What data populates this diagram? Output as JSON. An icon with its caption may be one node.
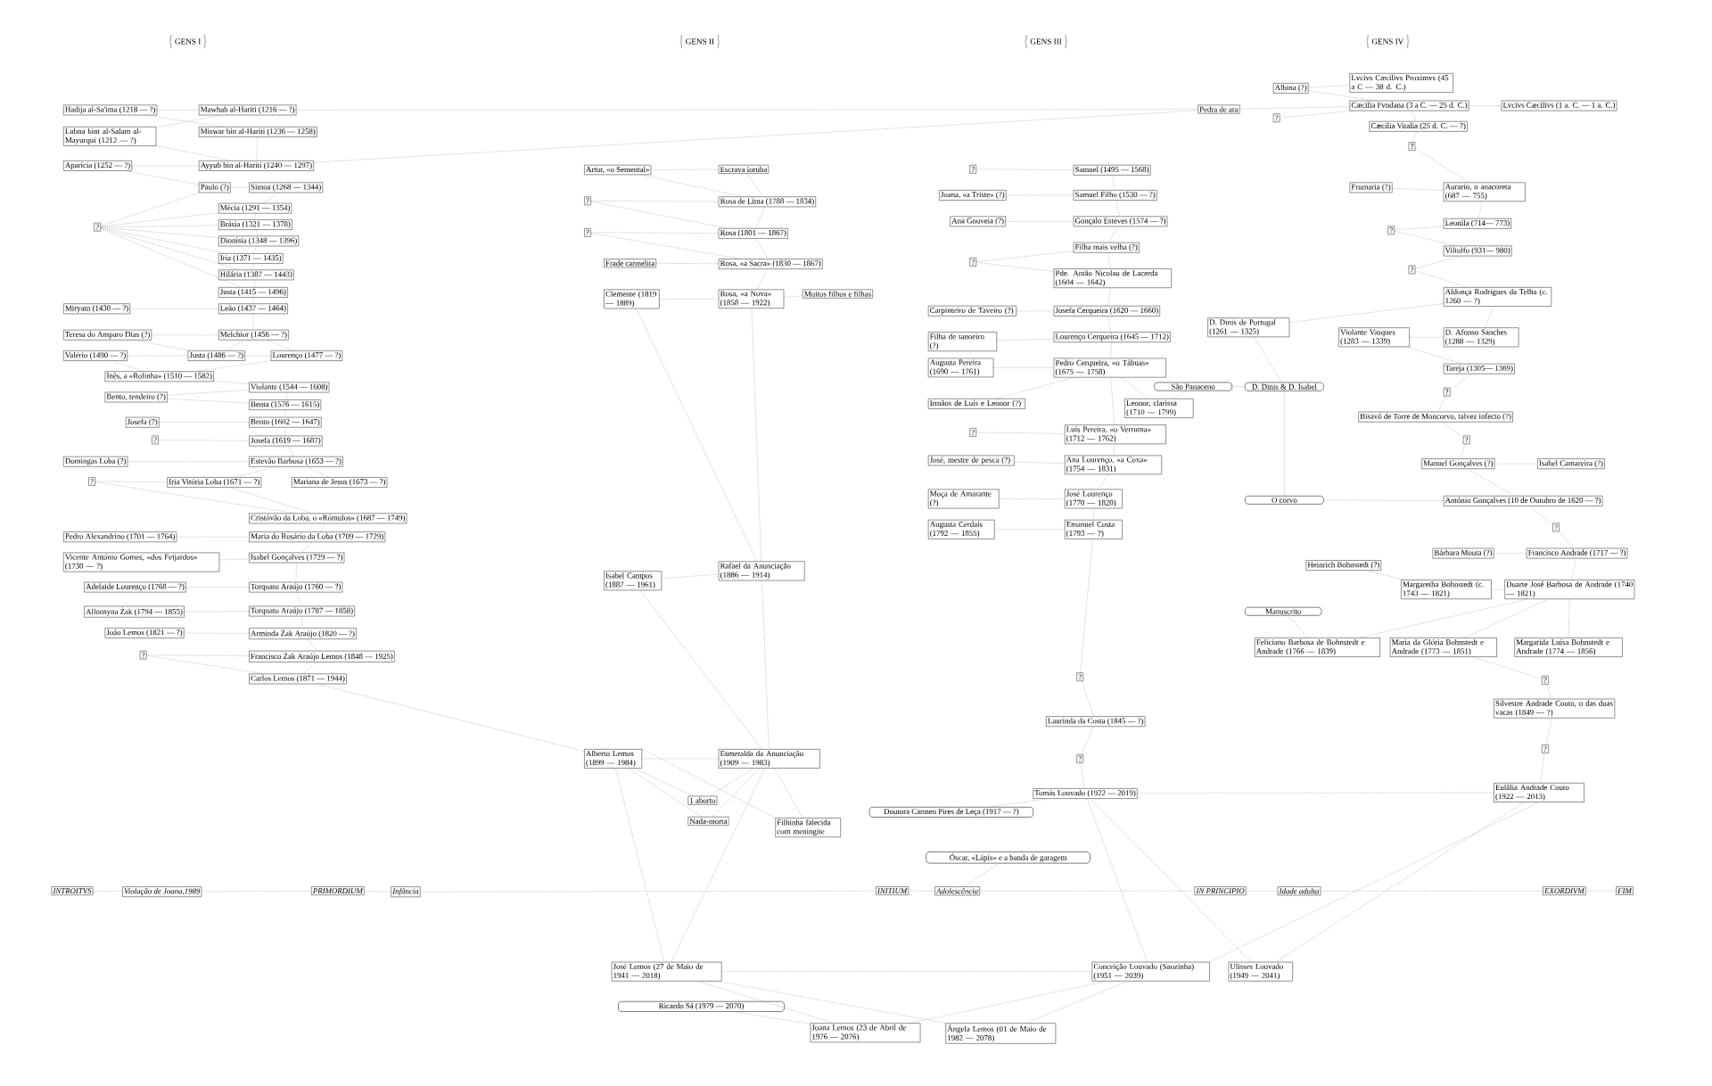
{
  "diagram": {
    "labels": [
      "GENS I",
      "GENS II",
      "GENS III",
      "GENS IV"
    ],
    "nodes": [
      {
        "text": [
          "Hadija al-Sa'ima (1218 — ?)"
        ]
      },
      {
        "text": [
          "Mawhab al-Hariti (1216 — ?)"
        ]
      },
      {
        "text": [
          "Lubna bint al-Salam al-Mayurqui (1212 — ?)"
        ]
      },
      {
        "text": [
          "Miswar bin al-Hariti (1236 — 1258)"
        ]
      },
      {
        "text": [
          "Aparicia (1252 — ?)"
        ]
      },
      {
        "text": [
          "Ayyub bin al-Hariti (1240 — 1297)"
        ]
      },
      {
        "text": [
          "Paulo (?)"
        ]
      },
      {
        "text": [
          "Simoa (1268 — 1344)"
        ]
      },
      {
        "text": [
          "?"
        ]
      },
      {
        "text": [
          "Mécia (1291 — 1354)"
        ]
      },
      {
        "text": [
          "Brásia (1321 — 1378)"
        ]
      },
      {
        "text": [
          "Dionísia (1348 — 1396)"
        ]
      },
      {
        "text": [
          "Iria (1371 — 1435)"
        ]
      },
      {
        "text": [
          "Hilária (1387 — 1443)"
        ]
      },
      {
        "text": [
          "Justa (1415 — 1496)"
        ]
      },
      {
        "text": [
          "Miryam (1430 — ?)"
        ]
      },
      {
        "text": [
          "Leão (1437 — 1464)"
        ]
      },
      {
        "text": [
          "Teresa do Amparo Dias (?)"
        ]
      },
      {
        "text": [
          "Melchior (1456 — ?)"
        ]
      },
      {
        "text": [
          "Valério (1490 — ?)"
        ]
      },
      {
        "text": [
          "Justa (1486 — ?)"
        ]
      },
      {
        "text": [
          "Lourenço (1477 — ?)"
        ]
      },
      {
        "text": [
          "Inês, a «Rolinha» (1510 — 1582)"
        ]
      },
      {
        "text": [
          "Violante (1544 — 1608)"
        ]
      },
      {
        "text": [
          "Bento, tendeiro (?)"
        ]
      },
      {
        "text": [
          "Benta (1576 — 1615)"
        ]
      },
      {
        "text": [
          "Josefa (?)"
        ]
      },
      {
        "text": [
          "Bento (1602 — 1647)"
        ]
      },
      {
        "text": [
          "?"
        ]
      },
      {
        "text": [
          "Josefa (1619 — 1687)"
        ]
      },
      {
        "text": [
          "Domingas Loba (?)"
        ]
      },
      {
        "text": [
          "Estevão Barbosa (1653 — ?)"
        ]
      },
      {
        "text": [
          "?"
        ]
      },
      {
        "text": [
          "Iria Vitória Loba (1671 — ?)"
        ]
      },
      {
        "text": [
          "Mariana de Jesus (1673 — ?)"
        ]
      },
      {
        "text": [
          "Cristóvão da Loba, o «Rómulos» (1687 — 1749)"
        ]
      },
      {
        "text": [
          "Pedro Alexandrino (1701 — 1764)"
        ]
      },
      {
        "text": [
          "Maria do Rosário da Loba (1709 — 1729)"
        ]
      },
      {
        "text": [
          "Vicente António Gomes, «dos Feijardos» (1730 — ?)"
        ]
      },
      {
        "text": [
          "Isabel Gonçalves (1729 — ?)"
        ]
      },
      {
        "text": [
          "Adelaide Lourenço (1768 — ?)"
        ]
      },
      {
        "text": [
          "Torquato Araújo (1760 — ?)"
        ]
      },
      {
        "text": [
          "Allonsyna Żak (1794 — 1855)"
        ]
      },
      {
        "text": [
          "Torquato Araújo (1787 — 1858)"
        ]
      },
      {
        "text": [
          "João Lemos (1821 — ?)"
        ]
      },
      {
        "text": [
          "Arminda Żak Araújo (1820 — ?)"
        ]
      },
      {
        "text": [
          "?"
        ]
      },
      {
        "text": [
          "Francisco Żak Araújo Lemos (1848 — 1925)"
        ]
      },
      {
        "text": [
          "Carlos Lemos (1871 — 1944)"
        ]
      },
      {
        "text": [
          "Artur, «o Semental»"
        ]
      },
      {
        "text": [
          "Escrava ioruba"
        ]
      },
      {
        "text": [
          "?"
        ]
      },
      {
        "text": [
          "Rosa de Lima (1788 — 1834)"
        ]
      },
      {
        "text": [
          "?"
        ]
      },
      {
        "text": [
          "Rosa (1801 — 1867)"
        ]
      },
      {
        "text": [
          "Frade carmelita"
        ]
      },
      {
        "text": [
          "Rosa, «a Sacra» (1830 — 1867)"
        ]
      },
      {
        "text": [
          "Clemente (1819 — 1889)"
        ]
      },
      {
        "text": [
          "Rosa, «a Nova» (1858 — 1922)"
        ]
      },
      {
        "text": [
          "Muitos filhos e filhas"
        ]
      },
      {
        "text": [
          "Isabel Campos (1887 — 1961)"
        ]
      },
      {
        "text": [
          "Rafael da Anunciação (1886 — 1914)"
        ]
      },
      {
        "text": [
          "Alberto Lemos (1899 — 1984)"
        ]
      },
      {
        "text": [
          "Esmeralda da Anunciação (1909 — 1983)"
        ]
      },
      {
        "text": [
          "1 aborto"
        ]
      },
      {
        "text": [
          "Nada-morta"
        ]
      },
      {
        "text": [
          "Filhinha falecida com meningite"
        ]
      },
      {
        "text": [
          "?"
        ]
      },
      {
        "text": [
          "Samuel (1495 — 1568)"
        ]
      },
      {
        "text": [
          "Joana, «a Triste» (?)"
        ]
      },
      {
        "text": [
          "Samuel Filho (1530 — ?)"
        ]
      },
      {
        "text": [
          "Ana Gouveia (?)"
        ]
      },
      {
        "text": [
          "Gonçalo Esteves (1574 — ?)"
        ]
      },
      {
        "text": [
          "Filha mais velha (?)"
        ]
      },
      {
        "text": [
          "?"
        ]
      },
      {
        "text": [
          "Pde. Antão Nicolau de Lacerda (1604 — 1642)"
        ]
      },
      {
        "text": [
          "Carpinteiro de Taveiro (?)"
        ]
      },
      {
        "text": [
          "Josefa Cerqueira (1620 — 1660)"
        ]
      },
      {
        "text": [
          "Filha de tanoeiro (?)"
        ]
      },
      {
        "text": [
          "Lourenço Cerqueira (1645 — 1712)"
        ]
      },
      {
        "text": [
          "Augusta Pereira (1690 — 1761)"
        ]
      },
      {
        "text": [
          "Pedro Cerqueira, «o Tábuas» (1675 — 1758)"
        ]
      },
      {
        "text": [
          "Irmãos de Luís e Leonor (?)"
        ]
      },
      {
        "text": [
          "Leonor, clarissa (1710 — 1799)"
        ]
      },
      {
        "text": [
          "?"
        ]
      },
      {
        "text": [
          "Luís Pereira, «o Verruma» (1712 — 1762)"
        ]
      },
      {
        "text": [
          "José, mestre de pesca (?)"
        ]
      },
      {
        "text": [
          "Ana Lourenço, «a Coxa» (1754 — 1831)"
        ]
      },
      {
        "text": [
          "Moça de Amarante (?)"
        ]
      },
      {
        "text": [
          "José Lourenço (1770 — 1820)"
        ]
      },
      {
        "text": [
          "Augusta Cerdais (1792 — 1855)"
        ]
      },
      {
        "text": [
          "Emanuel Costa (1793 — ?)"
        ]
      },
      {
        "text": [
          "?"
        ]
      },
      {
        "text": [
          "Laurinda da Costa (1845 — ?)"
        ]
      },
      {
        "text": [
          "?"
        ]
      },
      {
        "text": [
          "Tomás Louvado (1922 — 2019)"
        ]
      },
      {
        "text": [
          "Doutora Carmen Pires de Leça (1917 — ?)"
        ]
      },
      {
        "text": [
          "Óscar, «Lápis» e a banda de garagem"
        ]
      },
      {
        "text": [
          "São Panaceno"
        ]
      },
      {
        "text": [
          "Pedra de ara"
        ]
      },
      {
        "text": [
          "Albina (?)"
        ]
      },
      {
        "text": [
          "Lvcivs Cæcilivs Proximvs (45 a C — 38 d. C.)"
        ]
      },
      {
        "text": [
          "Cæcilia Fvndana (3 a C. — 25 d. C.)"
        ]
      },
      {
        "text": [
          "Lvcivs Cæcilivs (1 a. C. — 1 a. C.)"
        ]
      },
      {
        "text": [
          "?"
        ]
      },
      {
        "text": [
          "Cæcilia Vitalia (25 d. C. — ?)"
        ]
      },
      {
        "text": [
          "?"
        ]
      },
      {
        "text": [
          "Frumaria (?)"
        ]
      },
      {
        "text": [
          "Aurario, o anacoreta (687 — 755)"
        ]
      },
      {
        "text": [
          "Leonila (714— 773)"
        ]
      },
      {
        "text": [
          "?"
        ]
      },
      {
        "text": [
          "Viliulfo (931— 980)"
        ]
      },
      {
        "text": [
          "?"
        ]
      },
      {
        "text": [
          "Aldonça Rodrigues da Telha (c. 1260 — ?)"
        ]
      },
      {
        "text": [
          "D. Dinis de Portugal (1261 — 1325)"
        ]
      },
      {
        "text": [
          "Violante Vasques (1283 — 1339)"
        ]
      },
      {
        "text": [
          "D. Afonso Sanches (1288 — 1329)"
        ]
      },
      {
        "text": [
          "Tareja (1305— 1369)"
        ]
      },
      {
        "text": [
          "?"
        ]
      },
      {
        "text": [
          "Bisavó de Torre de Moncorvo, talvez infecto (?)"
        ]
      },
      {
        "text": [
          "?"
        ]
      },
      {
        "text": [
          "Manuel Gonçalves (?)"
        ]
      },
      {
        "text": [
          "Isabel Camareira (?)"
        ]
      },
      {
        "text": [
          "D. Dinis & D. Isabel"
        ]
      },
      {
        "text": [
          "O corvo"
        ]
      },
      {
        "text": [
          "António Gonçalves (10 de Outubro de 1620 — ?)"
        ]
      },
      {
        "text": [
          "?"
        ]
      },
      {
        "text": [
          "Bárbara Mouta (?)"
        ]
      },
      {
        "text": [
          "Francisco Andrade (1717 — ?)"
        ]
      },
      {
        "text": [
          "Heinrich Bohnstedt (?)"
        ]
      },
      {
        "text": [
          "Margaretha Bohnstedt (c. 1743 — 1821)"
        ]
      },
      {
        "text": [
          "Duarte José Barbosa de Andrade (1740 — 1821)"
        ]
      },
      {
        "text": [
          "Manuscrito"
        ]
      },
      {
        "text": [
          "Feliciano Barbosa de Bohnstedt e Andrade (1766 — 1839)"
        ]
      },
      {
        "text": [
          "Maria da Glória Bohnstedt e Andrade (1773 — 1851)"
        ]
      },
      {
        "text": [
          "Margarida Luísa Bohnstedt e Andrade (1774 — 1856)"
        ]
      },
      {
        "text": [
          "?"
        ]
      },
      {
        "text": [
          "Silvestre Andrade Couto, o das duas vacas (1849 — ?)"
        ]
      },
      {
        "text": [
          "?"
        ]
      },
      {
        "text": [
          "Eulália Andrade Couto (1922 — 2013)"
        ]
      },
      {
        "text": [
          "INTROITVS"
        ]
      },
      {
        "text": [
          "Violação de Joana,1989"
        ]
      },
      {
        "text": [
          "PRIMORDIUM"
        ]
      },
      {
        "text": [
          "Infância"
        ]
      },
      {
        "text": [
          "INITIUM"
        ]
      },
      {
        "text": [
          "Adolescência"
        ]
      },
      {
        "text": [
          "IN PRINCIPIO"
        ]
      },
      {
        "text": [
          "Idade adulta"
        ]
      },
      {
        "text": [
          "EXORDIVM"
        ]
      },
      {
        "text": [
          "FIM"
        ]
      },
      {
        "text": [
          "José Lemos (27 de Maio de 1941 — 2018)"
        ]
      },
      {
        "text": [
          "Conceição Louvado (Saozinha) (1951 — 2039)"
        ]
      },
      {
        "text": [
          "Ulisses Louvado (1949 — 2041)"
        ]
      },
      {
        "text": [
          "Ricardo Sá (1979 — 2070)"
        ]
      },
      {
        "text": [
          "Joana Lemos (23 de Abril de 1976 — 2076)"
        ]
      },
      {
        "text": [
          "Ângela Lemos (01 de Maio de 1982 — 2078)"
        ]
      }
    ],
    "edges": [
      {
        "from": 0,
        "to": 1,
        "arrow": "none"
      },
      {
        "from": 0,
        "to": 3,
        "arrow": "none"
      },
      {
        "from": 2,
        "to": 1,
        "arrow": "none"
      },
      {
        "from": 2,
        "to": 5,
        "arrow": "none"
      },
      {
        "from": 3,
        "to": 5,
        "arrow": "none"
      },
      {
        "from": 4,
        "to": 5,
        "arrow": "none"
      },
      {
        "from": 4,
        "to": 6,
        "arrow": "none"
      },
      {
        "from": 1,
        "to": 99,
        "arrow": "none"
      },
      {
        "from": 5,
        "to": 99,
        "arrow": "none"
      },
      {
        "from": 6,
        "to": 7,
        "arrow": "none"
      },
      {
        "from": 8,
        "to": 6,
        "arrow": "none"
      },
      {
        "from": 7,
        "to": 9,
        "arrow": "none"
      },
      {
        "from": 8,
        "to": 9,
        "arrow": "none"
      },
      {
        "from": 8,
        "to": 10,
        "arrow": "none"
      },
      {
        "from": 8,
        "to": 11,
        "arrow": "none"
      },
      {
        "from": 8,
        "to": 12,
        "arrow": "none"
      },
      {
        "from": 8,
        "to": 13,
        "arrow": "none"
      },
      {
        "from": 8,
        "to": 14,
        "arrow": "none"
      },
      {
        "from": 9,
        "to": 10,
        "arrow": "none"
      },
      {
        "from": 10,
        "to": 11,
        "arrow": "none"
      },
      {
        "from": 11,
        "to": 12,
        "arrow": "none"
      },
      {
        "from": 12,
        "to": 13,
        "arrow": "none"
      },
      {
        "from": 13,
        "to": 14,
        "arrow": "none"
      },
      {
        "from": 14,
        "to": 16,
        "arrow": "none"
      },
      {
        "from": 15,
        "to": 16,
        "arrow": "none"
      },
      {
        "from": 16,
        "to": 18,
        "arrow": "none"
      },
      {
        "from": 17,
        "to": 18,
        "arrow": "none"
      },
      {
        "from": 17,
        "to": 20,
        "arrow": "none"
      },
      {
        "from": 18,
        "to": 20,
        "arrow": "none"
      },
      {
        "from": 18,
        "to": 21,
        "arrow": "none"
      },
      {
        "from": 19,
        "to": 20,
        "arrow": "none"
      },
      {
        "from": 19,
        "to": 22,
        "arrow": "none"
      },
      {
        "from": 20,
        "to": 21,
        "arrow": "none"
      },
      {
        "from": 21,
        "to": 22,
        "arrow": "none"
      },
      {
        "from": 22,
        "to": 23,
        "arrow": "none"
      },
      {
        "from": 24,
        "to": 23,
        "arrow": "none"
      },
      {
        "from": 24,
        "to": 25,
        "arrow": "none"
      },
      {
        "from": 23,
        "to": 25,
        "arrow": "none"
      },
      {
        "from": 25,
        "to": 27,
        "arrow": "none"
      },
      {
        "from": 26,
        "to": 27,
        "arrow": "none"
      },
      {
        "from": 27,
        "to": 29,
        "arrow": "none"
      },
      {
        "from": 28,
        "to": 29,
        "arrow": "none"
      },
      {
        "from": 29,
        "to": 31,
        "arrow": "none"
      },
      {
        "from": 30,
        "to": 31,
        "arrow": "none"
      },
      {
        "from": 31,
        "to": 33,
        "arrow": "none"
      },
      {
        "from": 31,
        "to": 34,
        "arrow": "none"
      },
      {
        "from": 32,
        "to": 33,
        "arrow": "none"
      },
      {
        "from": 32,
        "to": 35,
        "arrow": "none"
      },
      {
        "from": 33,
        "to": 35,
        "arrow": "none"
      },
      {
        "from": 35,
        "to": 37,
        "arrow": "none"
      },
      {
        "from": 36,
        "to": 37,
        "arrow": "none"
      },
      {
        "from": 37,
        "to": 39,
        "arrow": "none"
      },
      {
        "from": 38,
        "to": 39,
        "arrow": "none"
      },
      {
        "from": 39,
        "to": 41,
        "arrow": "none"
      },
      {
        "from": 40,
        "to": 41,
        "arrow": "none"
      },
      {
        "from": 41,
        "to": 43,
        "arrow": "none"
      },
      {
        "from": 42,
        "to": 43,
        "arrow": "none"
      },
      {
        "from": 43,
        "to": 45,
        "arrow": "none"
      },
      {
        "from": 44,
        "to": 45,
        "arrow": "none"
      },
      {
        "from": 45,
        "to": 47,
        "arrow": "none"
      },
      {
        "from": 46,
        "to": 47,
        "arrow": "none"
      },
      {
        "from": 46,
        "to": 48,
        "arrow": "none"
      },
      {
        "from": 47,
        "to": 48,
        "arrow": "none"
      },
      {
        "from": 48,
        "to": 62,
        "arrow": "none"
      },
      {
        "from": 49,
        "to": 50,
        "arrow": "none"
      },
      {
        "from": 49,
        "to": 52,
        "arrow": "none"
      },
      {
        "from": 51,
        "to": 52,
        "arrow": "none"
      },
      {
        "from": 51,
        "to": 54,
        "arrow": "none"
      },
      {
        "from": 53,
        "to": 54,
        "arrow": "none"
      },
      {
        "from": 53,
        "to": 56,
        "arrow": "none"
      },
      {
        "from": 55,
        "to": 56,
        "arrow": "none"
      },
      {
        "from": 50,
        "to": 52,
        "arrow": "none"
      },
      {
        "from": 52,
        "to": 54,
        "arrow": "none"
      },
      {
        "from": 54,
        "to": 56,
        "arrow": "none"
      },
      {
        "from": 56,
        "to": 58,
        "arrow": "none"
      },
      {
        "from": 57,
        "to": 58,
        "arrow": "none"
      },
      {
        "from": 58,
        "to": 59,
        "arrow": "none"
      },
      {
        "from": 57,
        "to": 61,
        "arrow": "none"
      },
      {
        "from": 58,
        "to": 61,
        "arrow": "none"
      },
      {
        "from": 60,
        "to": 61,
        "arrow": "none"
      },
      {
        "from": 60,
        "to": 63,
        "arrow": "none"
      },
      {
        "from": 61,
        "to": 63,
        "arrow": "none"
      },
      {
        "from": 62,
        "to": 63,
        "arrow": "none"
      },
      {
        "from": 62,
        "to": 64,
        "arrow": "none"
      },
      {
        "from": 62,
        "to": 65,
        "arrow": "none"
      },
      {
        "from": 62,
        "to": 66,
        "arrow": "none"
      },
      {
        "from": 63,
        "to": 64,
        "arrow": "none"
      },
      {
        "from": 63,
        "to": 65,
        "arrow": "none"
      },
      {
        "from": 63,
        "to": 66,
        "arrow": "none"
      },
      {
        "from": 62,
        "to": 150,
        "arrow": "none"
      },
      {
        "from": 63,
        "to": 150,
        "arrow": "none"
      },
      {
        "from": 67,
        "to": 68,
        "arrow": "none"
      },
      {
        "from": 68,
        "to": 70,
        "arrow": "none"
      },
      {
        "from": 69,
        "to": 70,
        "arrow": "none"
      },
      {
        "from": 70,
        "to": 72,
        "arrow": "none"
      },
      {
        "from": 71,
        "to": 72,
        "arrow": "none"
      },
      {
        "from": 72,
        "to": 73,
        "arrow": "none"
      },
      {
        "from": 74,
        "to": 73,
        "arrow": "none"
      },
      {
        "from": 74,
        "to": 75,
        "arrow": "none"
      },
      {
        "from": 73,
        "to": 75,
        "arrow": "none"
      },
      {
        "from": 75,
        "to": 77,
        "arrow": "none"
      },
      {
        "from": 76,
        "to": 77,
        "arrow": "none"
      },
      {
        "from": 77,
        "to": 79,
        "arrow": "none"
      },
      {
        "from": 78,
        "to": 79,
        "arrow": "none"
      },
      {
        "from": 79,
        "to": 81,
        "arrow": "none"
      },
      {
        "from": 80,
        "to": 81,
        "arrow": "none"
      },
      {
        "from": 81,
        "to": 82,
        "arrow": "none"
      },
      {
        "from": 81,
        "to": 83,
        "arrow": "none"
      },
      {
        "from": 81,
        "to": 85,
        "arrow": "none"
      },
      {
        "from": 83,
        "to": 98,
        "arrow": "none"
      },
      {
        "from": 84,
        "to": 85,
        "arrow": "none"
      },
      {
        "from": 85,
        "to": 87,
        "arrow": "none"
      },
      {
        "from": 86,
        "to": 87,
        "arrow": "none"
      },
      {
        "from": 87,
        "to": 89,
        "arrow": "none"
      },
      {
        "from": 88,
        "to": 89,
        "arrow": "none"
      },
      {
        "from": 89,
        "to": 91,
        "arrow": "none"
      },
      {
        "from": 90,
        "to": 91,
        "arrow": "none"
      },
      {
        "from": 91,
        "to": 92,
        "arrow": "none"
      },
      {
        "from": 92,
        "to": 93,
        "arrow": "none"
      },
      {
        "from": 93,
        "to": 94,
        "arrow": "none"
      },
      {
        "from": 94,
        "to": 95,
        "arrow": "none"
      },
      {
        "from": 96,
        "to": 95,
        "arrow": "none"
      },
      {
        "from": 95,
        "to": 139,
        "arrow": "none"
      },
      {
        "from": 95,
        "to": 151,
        "arrow": "none"
      },
      {
        "from": 95,
        "to": 152,
        "arrow": "none"
      },
      {
        "from": 97,
        "to": 145,
        "arrow": "none"
      },
      {
        "from": 99,
        "to": 102,
        "arrow": "none"
      },
      {
        "from": 100,
        "to": 101,
        "arrow": "none"
      },
      {
        "from": 100,
        "to": 102,
        "arrow": "none"
      },
      {
        "from": 104,
        "to": 102,
        "arrow": "none"
      },
      {
        "from": 102,
        "to": 103,
        "arrow": "none"
      },
      {
        "from": 102,
        "to": 105,
        "arrow": "none"
      },
      {
        "from": 105,
        "to": 106,
        "arrow": "none"
      },
      {
        "from": 106,
        "to": 108,
        "arrow": "none"
      },
      {
        "from": 107,
        "to": 108,
        "arrow": "none"
      },
      {
        "from": 108,
        "to": 109,
        "arrow": "none"
      },
      {
        "from": 110,
        "to": 109,
        "arrow": "none"
      },
      {
        "from": 110,
        "to": 111,
        "arrow": "none"
      },
      {
        "from": 112,
        "to": 111,
        "arrow": "none"
      },
      {
        "from": 112,
        "to": 113,
        "arrow": "none"
      },
      {
        "from": 114,
        "to": 113,
        "arrow": "none"
      },
      {
        "from": 113,
        "to": 116,
        "arrow": "none"
      },
      {
        "from": 115,
        "to": 116,
        "arrow": "none"
      },
      {
        "from": 115,
        "to": 117,
        "arrow": "none"
      },
      {
        "from": 117,
        "to": 118,
        "arrow": "none"
      },
      {
        "from": 118,
        "to": 119,
        "arrow": "none"
      },
      {
        "from": 119,
        "to": 120,
        "arrow": "none"
      },
      {
        "from": 120,
        "to": 121,
        "arrow": "none"
      },
      {
        "from": 121,
        "to": 122,
        "arrow": "none"
      },
      {
        "from": 121,
        "to": 125,
        "arrow": "none"
      },
      {
        "from": 114,
        "to": 123,
        "arrow": "none"
      },
      {
        "from": 98,
        "to": 123,
        "arrow": "none"
      },
      {
        "from": 123,
        "to": 124,
        "arrow": "none"
      },
      {
        "from": 124,
        "to": 125,
        "arrow": "none"
      },
      {
        "from": 125,
        "to": 126,
        "arrow": "none"
      },
      {
        "from": 126,
        "to": 128,
        "arrow": "none"
      },
      {
        "from": 127,
        "to": 128,
        "arrow": "none"
      },
      {
        "from": 128,
        "to": 131,
        "arrow": "none"
      },
      {
        "from": 129,
        "to": 130,
        "arrow": "none"
      },
      {
        "from": 130,
        "to": 131,
        "arrow": "none"
      },
      {
        "from": 131,
        "to": 133,
        "arrow": "none"
      },
      {
        "from": 131,
        "to": 134,
        "arrow": "none"
      },
      {
        "from": 131,
        "to": 135,
        "arrow": "none"
      },
      {
        "from": 132,
        "to": 133,
        "arrow": "none"
      },
      {
        "from": 134,
        "to": 136,
        "arrow": "none"
      },
      {
        "from": 136,
        "to": 137,
        "arrow": "none"
      },
      {
        "from": 137,
        "to": 138,
        "arrow": "none"
      },
      {
        "from": 138,
        "to": 139,
        "arrow": "none"
      },
      {
        "from": 139,
        "to": 151,
        "arrow": "none"
      },
      {
        "from": 139,
        "to": 152,
        "arrow": "none"
      },
      {
        "from": 140,
        "to": 141,
        "arrow": "none"
      },
      {
        "from": 141,
        "to": 142,
        "arrow": "none"
      },
      {
        "from": 142,
        "to": 143,
        "arrow": "none"
      },
      {
        "from": 143,
        "to": 144,
        "arrow": "none"
      },
      {
        "from": 144,
        "to": 145,
        "arrow": "none"
      },
      {
        "from": 145,
        "to": 146,
        "arrow": "none"
      },
      {
        "from": 146,
        "to": 147,
        "arrow": "none"
      },
      {
        "from": 147,
        "to": 148,
        "arrow": "none"
      },
      {
        "from": 148,
        "to": 149,
        "arrow": "none"
      },
      {
        "from": 150,
        "to": 151,
        "arrow": "none"
      },
      {
        "from": 150,
        "to": 154,
        "arrow": "none"
      },
      {
        "from": 150,
        "to": 155,
        "arrow": "none"
      },
      {
        "from": 151,
        "to": 154,
        "arrow": "none"
      },
      {
        "from": 151,
        "to": 155,
        "arrow": "none"
      },
      {
        "from": 153,
        "to": 154,
        "arrow": "none"
      }
    ]
  }
}
